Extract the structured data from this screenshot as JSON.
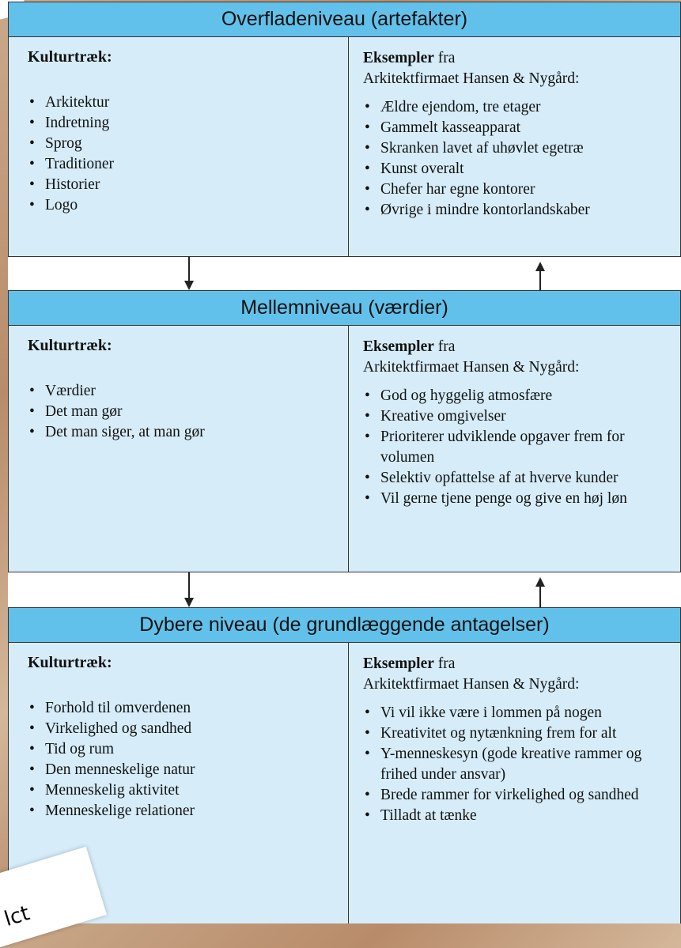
{
  "level1": {
    "title": "Overfladeniveau (artefakter)",
    "left_title": "Kulturtræk:",
    "ex_bold": "Eksempler",
    "ex_rest": " fra",
    "ex_line2": "Arkitektfirmaet Hansen & Nygård:",
    "left_items": [
      "Arkitektur",
      "Indretning",
      "Sprog",
      "Traditioner",
      "Historier",
      "Logo"
    ],
    "right_items": [
      "Ældre ejendom, tre etager",
      "Gammelt kasseapparat",
      "Skranken lavet af uhøvlet egetræ",
      "Kunst overalt",
      "Chefer har egne kontorer",
      "Øvrige i mindre kontorlandskaber"
    ]
  },
  "level2": {
    "title": "Mellemniveau (værdier)",
    "left_title": "Kulturtræk:",
    "ex_bold": "Eksempler",
    "ex_rest": " fra",
    "ex_line2": "Arkitektfirmaet Hansen & Nygård:",
    "left_items": [
      "Værdier",
      "Det man gør",
      "Det man siger, at man gør"
    ],
    "right_items": [
      "God og hyggelig atmosfære",
      "Kreative omgivelser",
      "Prioriterer udviklende opgaver frem for volumen",
      "Selektiv opfattelse af at hverve kunder",
      "Vil gerne tjene penge og give en høj løn"
    ]
  },
  "level3": {
    "title": "Dybere niveau (de grundlæggende antagelser)",
    "left_title": "Kulturtræk:",
    "ex_bold": "Eksempler",
    "ex_rest": " fra",
    "ex_line2": "Arkitektfirmaet Hansen & Nygård:",
    "left_items": [
      "Forhold til omverdenen",
      "Virkelighed og sandhed",
      "Tid og rum",
      "Den menneskelige natur",
      "Menneskelig aktivitet",
      "Menneskelige relationer"
    ],
    "right_items": [
      "Vi vil ikke være i lommen på nogen",
      "Kreativitet og nytænkning frem for alt",
      "Y-menneskesyn (gode kreative rammer og frihed under ansvar)",
      "Brede rammer for virkelighed og sandhed",
      "Tilladt at tænke"
    ]
  },
  "handwritten_note": "lct"
}
